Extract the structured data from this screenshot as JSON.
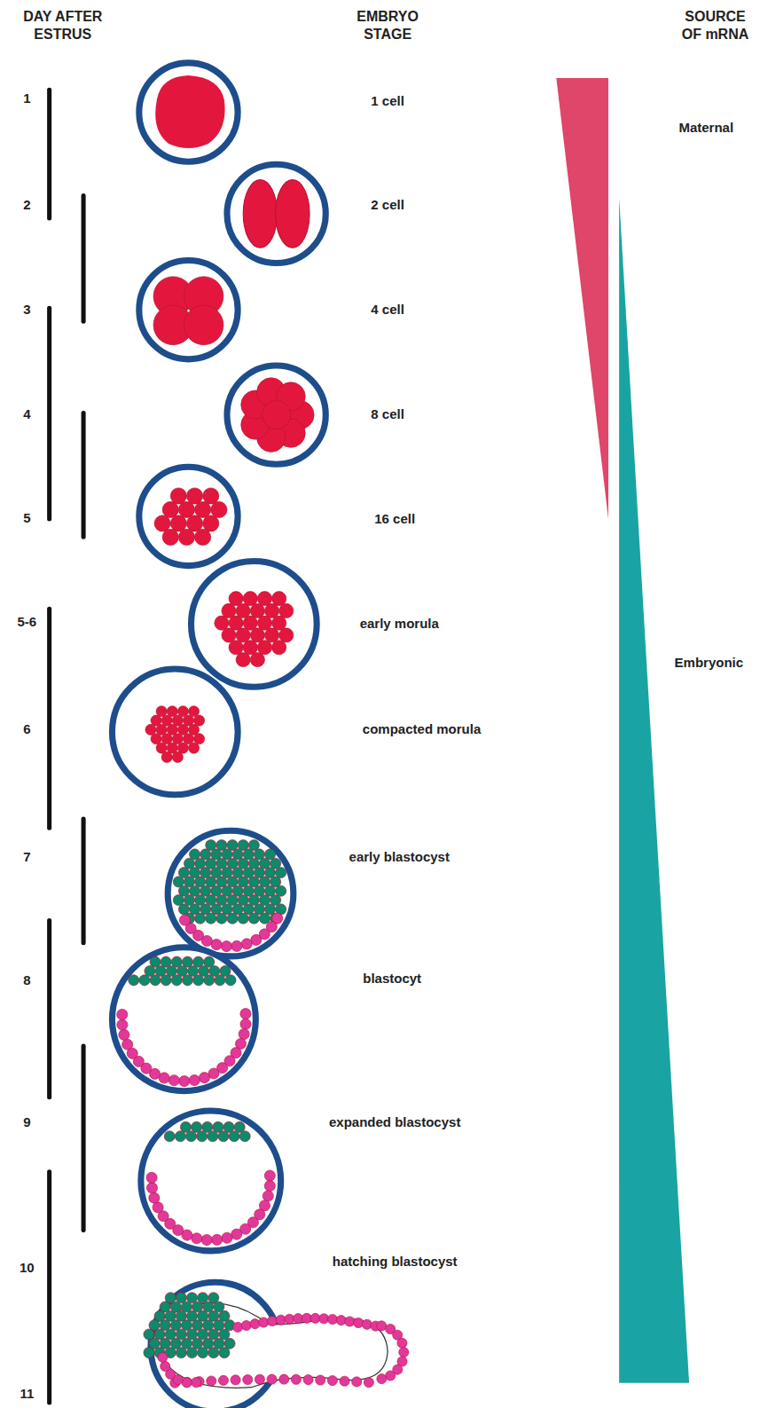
{
  "diagram": {
    "labels": [
      "DAY AFTER ESTRUS",
      "EMBRYO STAGE",
      "SOURCE OF mRNA",
      "1",
      "2",
      "3",
      "4",
      "5",
      "5-6",
      "6",
      "7",
      "8",
      "9",
      "10",
      "11",
      "1 cell",
      "2 cell",
      "4 cell",
      "8 cell",
      "16 cell",
      "early morula",
      "compacted morula",
      "early blastocyst",
      "blastocyt",
      "expanded blastocyst",
      "hatching blastocyst",
      "Maternal",
      "Embryonic"
    ]
  }
}
